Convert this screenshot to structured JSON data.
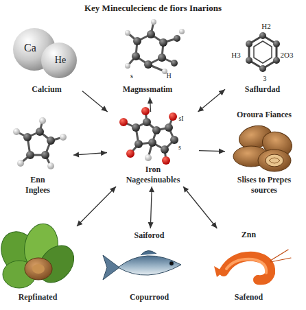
{
  "diagram": {
    "title": "Key Mineculecienc de fiors Inarions",
    "nodes": [
      {
        "text": [
          "Calcium"
        ]
      },
      {
        "text": [
          "Magnssmatim"
        ]
      },
      {
        "text": [
          "Saflurdad"
        ]
      },
      {
        "text": [
          "Enn Inglees"
        ]
      },
      {
        "text": [
          "Iron Nageesinuables"
        ]
      },
      {
        "text": [
          "Oroura Fiances",
          "Slises to Prepes sources"
        ]
      },
      {
        "text": [
          "Repfinated"
        ]
      },
      {
        "text": [
          "Saiforod",
          "Copurrood"
        ]
      },
      {
        "text": [
          "Znn",
          "Safenod"
        ]
      }
    ],
    "edges": [
      {
        "from": 0,
        "to": 4,
        "arrow": "to"
      },
      {
        "from": 4,
        "to": 1,
        "arrow": "to"
      },
      {
        "from": 4,
        "to": 2,
        "arrow": "both"
      },
      {
        "from": 3,
        "to": 4,
        "arrow": "both"
      },
      {
        "from": 4,
        "to": 5,
        "arrow": "to"
      },
      {
        "from": 6,
        "to": 4,
        "arrow": "both"
      },
      {
        "from": 4,
        "to": 7,
        "arrow": "both"
      },
      {
        "from": 4,
        "to": 8,
        "arrow": "both"
      }
    ],
    "labels": [
      "Ca",
      "He",
      "s",
      "H",
      "H2",
      "H3",
      "2O3",
      "3",
      "sI",
      "s"
    ]
  }
}
